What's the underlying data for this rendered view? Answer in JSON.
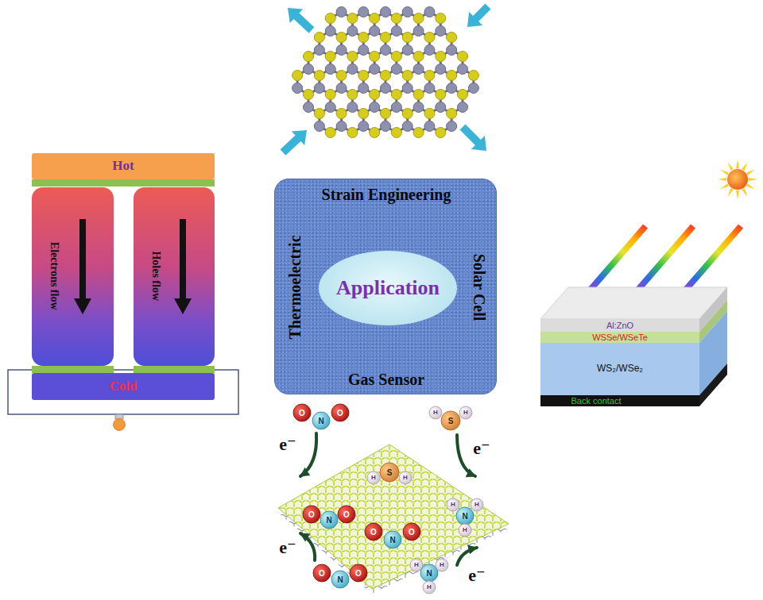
{
  "diagram": {
    "nodes": [
      {
        "text": [
          "Hot"
        ]
      },
      {
        "text": [
          "Electrons flow"
        ]
      },
      {
        "text": [
          "Holes flow"
        ]
      },
      {
        "text": [
          "Cold"
        ]
      },
      {
        "text": [
          "Strain Engineering",
          "Thermoelectric",
          "Solar Cell",
          "Gas Sensor"
        ]
      },
      {
        "text": [
          "Application"
        ],
        "in": 4
      },
      {
        "text": [
          "Al:ZnO"
        ]
      },
      {
        "text": [
          "WSSe/WSeTe"
        ]
      },
      {
        "text": [
          "WS₂/WSe₂"
        ]
      },
      {
        "text": [
          "Back contact"
        ]
      }
    ],
    "labels": [
      "e⁻",
      "O",
      "N",
      "O",
      "H",
      "S",
      "H",
      "e⁻",
      "H",
      "S",
      "H",
      "O",
      "N",
      "O",
      "H",
      "N",
      "H",
      "H",
      "O",
      "N",
      "O",
      "e⁻",
      "O",
      "N",
      "O",
      "H",
      "N",
      "H",
      "H",
      "e⁻"
    ]
  }
}
